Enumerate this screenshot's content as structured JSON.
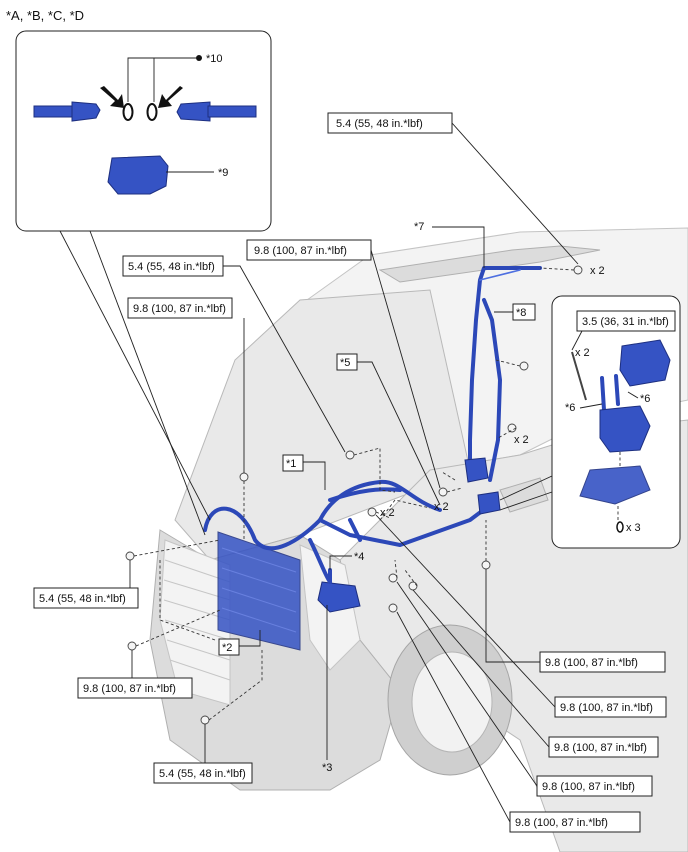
{
  "header": {
    "applicability": "*A, *B, *C, *D"
  },
  "callouts": {
    "c1": "*1",
    "c2": "*2",
    "c3": "*3",
    "c4": "*4",
    "c5": "*5",
    "c6a": "*6",
    "c6b": "*6",
    "c7": "*7",
    "c8": "*8",
    "c9": "*9",
    "c10": "*10"
  },
  "torque": {
    "t_top_right": "5.4 (55, 48 in.*lbf)",
    "t_mid_a": "9.8 (100, 87 in.*lbf)",
    "t_mid_b": "5.4 (55, 48 in.*lbf)",
    "t_left_a": "9.8 (100, 87 in.*lbf)",
    "t_left_b": "5.4 (55, 48 in.*lbf)",
    "t_left_c": "9.8 (100, 87 in.*lbf)",
    "t_bottom": "5.4 (55, 48 in.*lbf)",
    "t_inset": "3.5 (36, 31 in.*lbf)",
    "t_r1": "9.8 (100, 87 in.*lbf)",
    "t_r2": "9.8 (100, 87 in.*lbf)",
    "t_r3": "9.8 (100, 87 in.*lbf)",
    "t_r4": "9.8 (100, 87 in.*lbf)",
    "t_r5": "9.8 (100, 87 in.*lbf)"
  },
  "quantities": {
    "q_top": "x 2",
    "q_cowl": "x 2",
    "q_pillar": "x 2",
    "q_center": "x 2",
    "q_inset_bolt": "x 2",
    "q_inset_nut": "x 3"
  },
  "symbols": {
    "replace_dot": "●"
  },
  "colors": {
    "part_blue": "#3553c4",
    "hose_blue": "#2c48b8",
    "car_gray": "#e9e9e9"
  }
}
